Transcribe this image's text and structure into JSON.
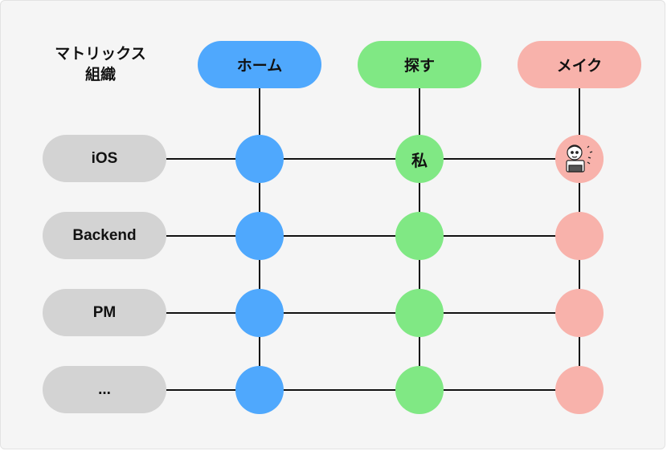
{
  "title_lines": [
    "マトリックス",
    "組織"
  ],
  "columns": [
    {
      "label": "ホーム",
      "color": "#4fa8fd"
    },
    {
      "label": "探す",
      "color": "#80e884"
    },
    {
      "label": "メイク",
      "color": "#f8b2ab"
    }
  ],
  "rows": [
    {
      "label": "iOS"
    },
    {
      "label": "Backend"
    },
    {
      "label": "PM"
    },
    {
      "label": "..."
    }
  ],
  "nodes": {
    "ios_sagasu_label": "私",
    "ios_make_icon": "cartoon-avatar-icon"
  },
  "colors": {
    "row_pill": "#d3d3d3",
    "line": "#111111",
    "background": "#f5f5f5"
  }
}
